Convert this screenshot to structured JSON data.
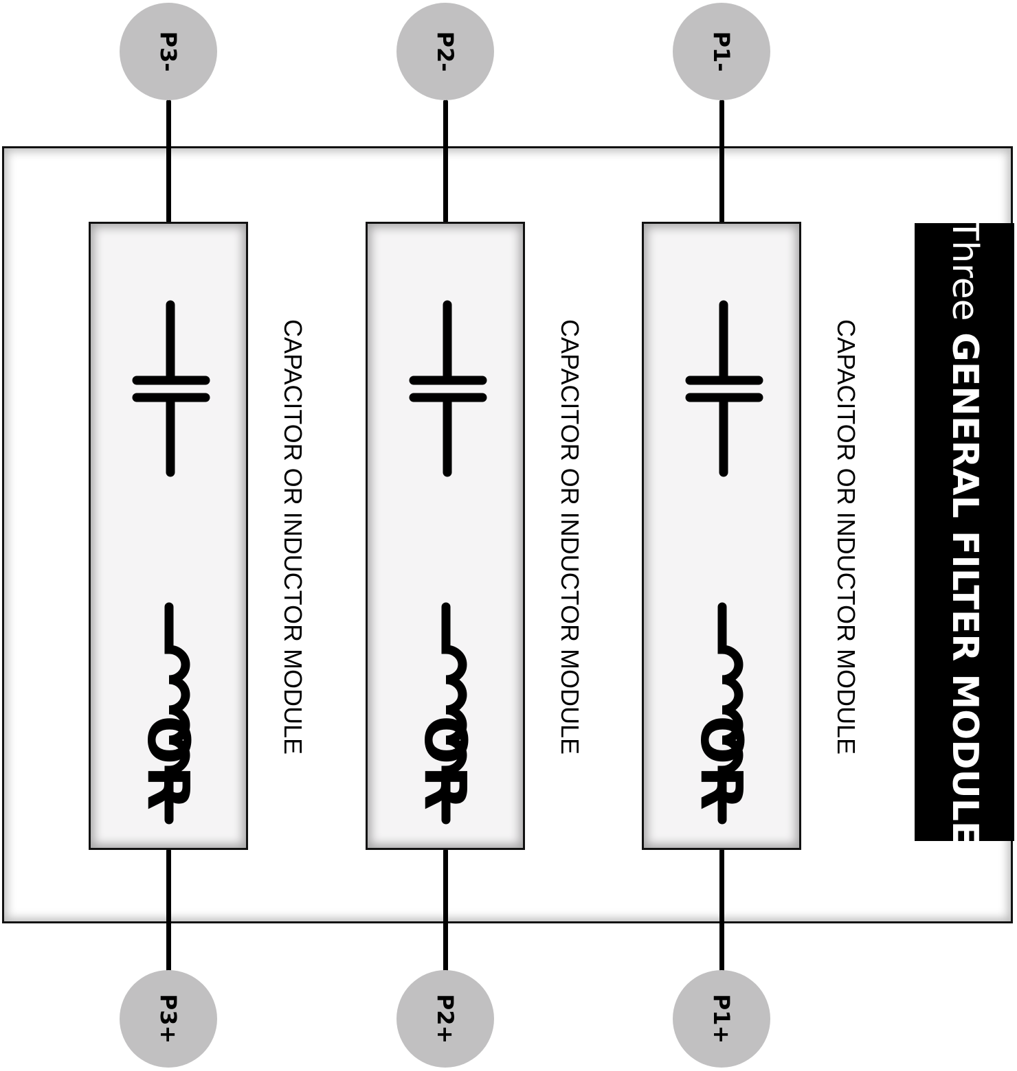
{
  "diagram": {
    "title_prefix": "Three",
    "title_main": "GENERAL FILTER MODULE",
    "module_label": "CAPACITOR OR INDUCTOR MODULE",
    "or_text": "OR",
    "colors": {
      "terminal_fill": "#c1c0c1",
      "module_fill": "#f5f4f5",
      "title_bg": "#000000",
      "title_text": "#ffffff",
      "wire": "#000000"
    },
    "phases": [
      {
        "name": "P3",
        "negative_terminal": "P3-",
        "positive_terminal": "P3+",
        "module_label": "CAPACITOR OR INDUCTOR MODULE",
        "symbols": [
          "capacitor",
          "OR",
          "inductor"
        ]
      },
      {
        "name": "P2",
        "negative_terminal": "P2-",
        "positive_terminal": "P2+",
        "module_label": "CAPACITOR OR INDUCTOR MODULE",
        "symbols": [
          "capacitor",
          "OR",
          "inductor"
        ]
      },
      {
        "name": "P1",
        "negative_terminal": "P1-",
        "positive_terminal": "P1+",
        "module_label": "CAPACITOR OR INDUCTOR MODULE",
        "symbols": [
          "capacitor",
          "OR",
          "inductor"
        ]
      }
    ]
  }
}
